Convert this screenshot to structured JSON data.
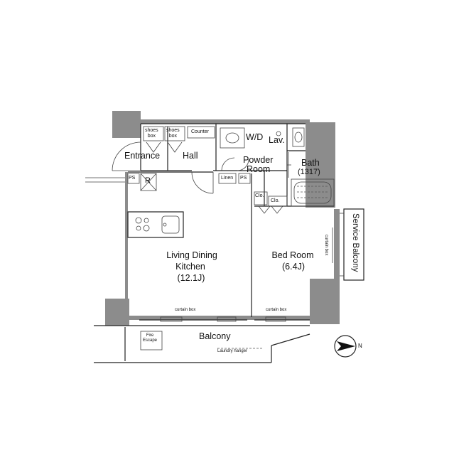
{
  "rooms": {
    "entrance": "Entrance",
    "hall": "Hall",
    "wd": "W/D",
    "lav": "Lav.",
    "powder_line1": "Powder",
    "powder_line2": "Room",
    "bath": "Bath",
    "bath_size": "(1317)",
    "ldk_line1": "Living Dining",
    "ldk_line2": "Kitchen",
    "ldk_size": "(12.1J)",
    "bed_line1": "Bed Room",
    "bed_size": "(6.4J)",
    "balcony": "Balcony",
    "service_balcony": "Service Balcony"
  },
  "fixtures": {
    "shoes_box": "shoes\nbox",
    "counter": "Counter",
    "linen": "Linen",
    "ps": "PS",
    "r": "R",
    "clo": "Clo.",
    "curtain_box": "curtain box",
    "laundry_hanger": "Laundry hanger",
    "fire_escape": "Fire\nEscape"
  },
  "compass": {
    "label": "N",
    "direction": "right"
  },
  "colors": {
    "wall": "#8c8c8c",
    "line": "#222222",
    "background": "#ffffff"
  }
}
